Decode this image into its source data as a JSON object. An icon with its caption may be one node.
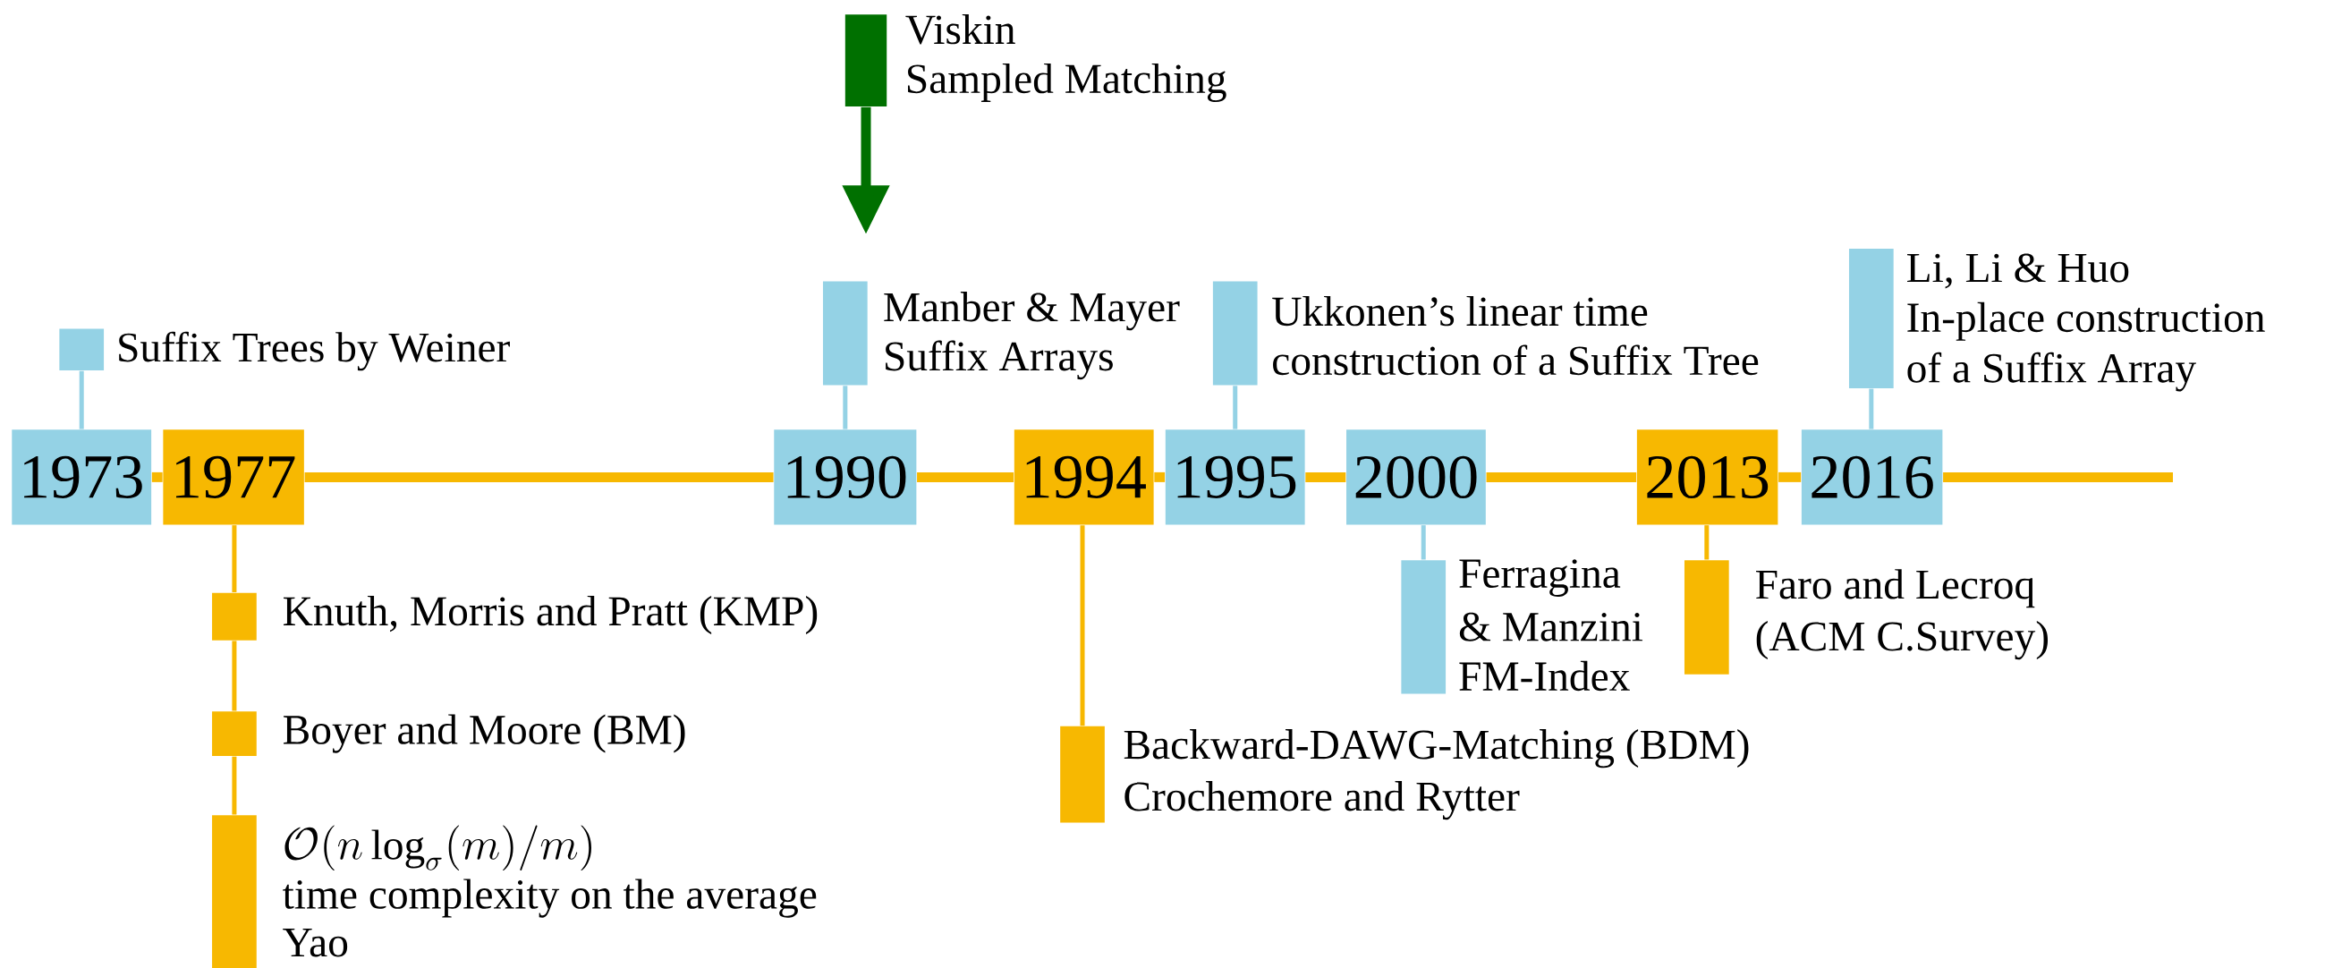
{
  "diagram": {
    "nodes": [
      {
        "text": [],
        "shape": "bar",
        "beside": [
          "Viskin",
          "Sampled Matching"
        ]
      },
      {
        "text": [],
        "shape": "bar",
        "beside": [
          "Suffix Trees by Weiner"
        ]
      },
      {
        "text": [],
        "shape": "bar",
        "beside": [
          "Manber & Mayer",
          "Suffix Arrays"
        ]
      },
      {
        "text": [],
        "shape": "bar",
        "beside": [
          "Ukkonen’s linear time",
          "construction of a Suffix Tree"
        ]
      },
      {
        "text": [],
        "shape": "bar",
        "beside": [
          "Li, Li & Huo",
          "In-place construction",
          "of a Suffix Array"
        ]
      },
      {
        "text": [
          "1973"
        ]
      },
      {
        "text": [
          "1977"
        ]
      },
      {
        "text": [
          "1990"
        ]
      },
      {
        "text": [
          "1994"
        ]
      },
      {
        "text": [
          "1995"
        ]
      },
      {
        "text": [
          "2000"
        ]
      },
      {
        "text": [
          "2013"
        ]
      },
      {
        "text": [
          "2016"
        ]
      },
      {
        "text": [],
        "shape": "bar",
        "beside": [
          "Knuth, Morris and Pratt (KMP)"
        ]
      },
      {
        "text": [],
        "shape": "bar",
        "beside": [
          "Boyer and Moore (BM)"
        ]
      },
      {
        "text": [],
        "shape": "bar",
        "beside": [
          "\\mathcal{O}(n\\log_{\\sigma}(m)/m)",
          "time complexity on the average",
          "Yao"
        ]
      },
      {
        "text": [],
        "shape": "bar",
        "beside": [
          "Backward-DAWG-Matching (BDM)",
          "Crochemore and Rytter"
        ]
      },
      {
        "text": [],
        "shape": "bar",
        "beside": [
          "Ferragina",
          "& Manzini",
          "FM-Index"
        ]
      },
      {
        "text": [],
        "shape": "bar",
        "beside": [
          "Faro and Lecroq",
          "(ACM C.Survey)"
        ]
      }
    ],
    "edges": [
      {
        "from": 0,
        "to": null,
        "arrow": "to",
        "style": "thick",
        "color": "#007000"
      },
      {
        "from": 1,
        "to": 5,
        "arrow": "none",
        "color": "#94d2e5"
      },
      {
        "from": 2,
        "to": 7,
        "arrow": "none",
        "color": "#94d2e5"
      },
      {
        "from": 3,
        "to": 9,
        "arrow": "none",
        "color": "#94d2e5"
      },
      {
        "from": 4,
        "to": 12,
        "arrow": "none",
        "color": "#94d2e5"
      },
      {
        "from": 5,
        "to": 6,
        "arrow": "none",
        "style": "thick"
      },
      {
        "from": 6,
        "to": 7,
        "arrow": "none",
        "style": "thick"
      },
      {
        "from": 7,
        "to": 8,
        "arrow": "none",
        "style": "thick"
      },
      {
        "from": 8,
        "to": 9,
        "arrow": "none",
        "style": "thick"
      },
      {
        "from": 9,
        "to": 10,
        "arrow": "none",
        "style": "thick"
      },
      {
        "from": 10,
        "to": 11,
        "arrow": "none",
        "style": "thick"
      },
      {
        "from": 11,
        "to": 12,
        "arrow": "none",
        "style": "thick"
      },
      {
        "from": 12,
        "to": null,
        "arrow": "none",
        "style": "thick"
      },
      {
        "from": 6,
        "to": 13,
        "arrow": "none"
      },
      {
        "from": 13,
        "to": 14,
        "arrow": "none"
      },
      {
        "from": 14,
        "to": 15,
        "arrow": "none"
      },
      {
        "from": 8,
        "to": 16,
        "arrow": "none"
      },
      {
        "from": 10,
        "to": 17,
        "arrow": "none",
        "color": "#94d2e5"
      },
      {
        "from": 11,
        "to": 18,
        "arrow": "none"
      }
    ]
  }
}
